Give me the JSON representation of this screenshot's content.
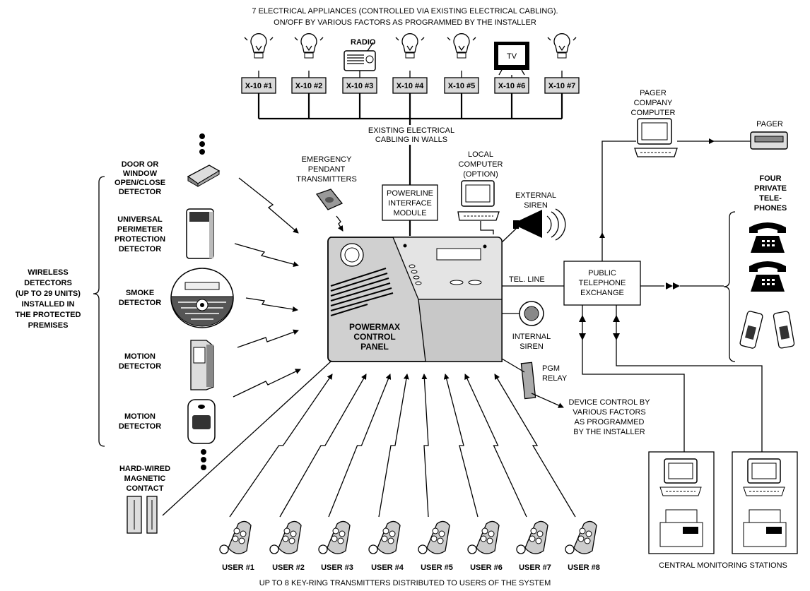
{
  "title": {
    "line1": "7 ELECTRICAL APPLIANCES (CONTROLLED VIA EXISTING ELECTRICAL CABLING).",
    "line2": "ON/OFF BY VARIOUS FACTORS AS PROGRAMMED BY THE INSTALLER"
  },
  "appliances": {
    "radio_label": "RADIO",
    "tv_label": "TV",
    "x10_labels": [
      "X-10 #1",
      "X-10 #2",
      "X-10 #3",
      "X-10 #4",
      "X-10 #5",
      "X-10 #6",
      "X-10 #7"
    ]
  },
  "cabling": {
    "line1": "EXISTING ELECTRICAL",
    "line2": "CABLING IN WALLS"
  },
  "powerline": {
    "line1": "POWERLINE",
    "line2": "INTERFACE",
    "line3": "MODULE"
  },
  "pendant": {
    "line1": "EMERGENCY",
    "line2": "PENDANT",
    "line3": "TRANSMITTERS"
  },
  "local_computer": {
    "line1": "LOCAL",
    "line2": "COMPUTER",
    "line3": "(OPTION)"
  },
  "external_siren": {
    "line1": "EXTERNAL",
    "line2": "SIREN"
  },
  "control_panel": {
    "line1": "POWERMAX",
    "line2": "CONTROL",
    "line3": "PANEL"
  },
  "internal_siren": {
    "line1": "INTERNAL",
    "line2": "SIREN"
  },
  "tel_line": "TEL. LINE",
  "pgm": {
    "line1": "PGM",
    "line2": "RELAY"
  },
  "device_control": {
    "line1": "DEVICE CONTROL BY",
    "line2": "VARIOUS FACTORS",
    "line3": "AS PROGRAMMED",
    "line4": "BY THE INSTALLER"
  },
  "pager_company": {
    "line1": "PAGER",
    "line2": "COMPANY",
    "line3": "COMPUTER"
  },
  "pager": "PAGER",
  "public_exchange": {
    "line1": "PUBLIC",
    "line2": "TELEPHONE",
    "line3": "EXCHANGE"
  },
  "private_phones": {
    "line1": "FOUR",
    "line2": "PRIVATE",
    "line3": "TELE-",
    "line4": "PHONES"
  },
  "central_monitoring": "CENTRAL MONITORING STATIONS",
  "detectors": {
    "door": {
      "line1": "DOOR OR",
      "line2": "WINDOW",
      "line3": "OPEN/CLOSE",
      "line4": "DETECTOR"
    },
    "perimeter": {
      "line1": "UNIVERSAL",
      "line2": "PERIMETER",
      "line3": "PROTECTION",
      "line4": "DETECTOR"
    },
    "smoke": {
      "line1": "SMOKE",
      "line2": "DETECTOR"
    },
    "motion1": {
      "line1": "MOTION",
      "line2": "DETECTOR"
    },
    "motion2": {
      "line1": "MOTION",
      "line2": "DETECTOR"
    },
    "hardwired": {
      "line1": "HARD-WIRED",
      "line2": "MAGNETIC",
      "line3": "CONTACT"
    }
  },
  "wireless": {
    "line1": "WIRELESS",
    "line2": "DETECTORS",
    "line3": "(UP TO 29 UNITS)",
    "line4": "INSTALLED  IN",
    "line5": "THE PROTECTED",
    "line6": "PREMISES"
  },
  "users": [
    "USER #1",
    "USER #2",
    "USER #3",
    "USER #4",
    "USER #5",
    "USER #6",
    "USER #7",
    "USER #8"
  ],
  "footer": "UP TO 8 KEY-RING TRANSMITTERS DISTRIBUTED TO USERS OF THE SYSTEM"
}
